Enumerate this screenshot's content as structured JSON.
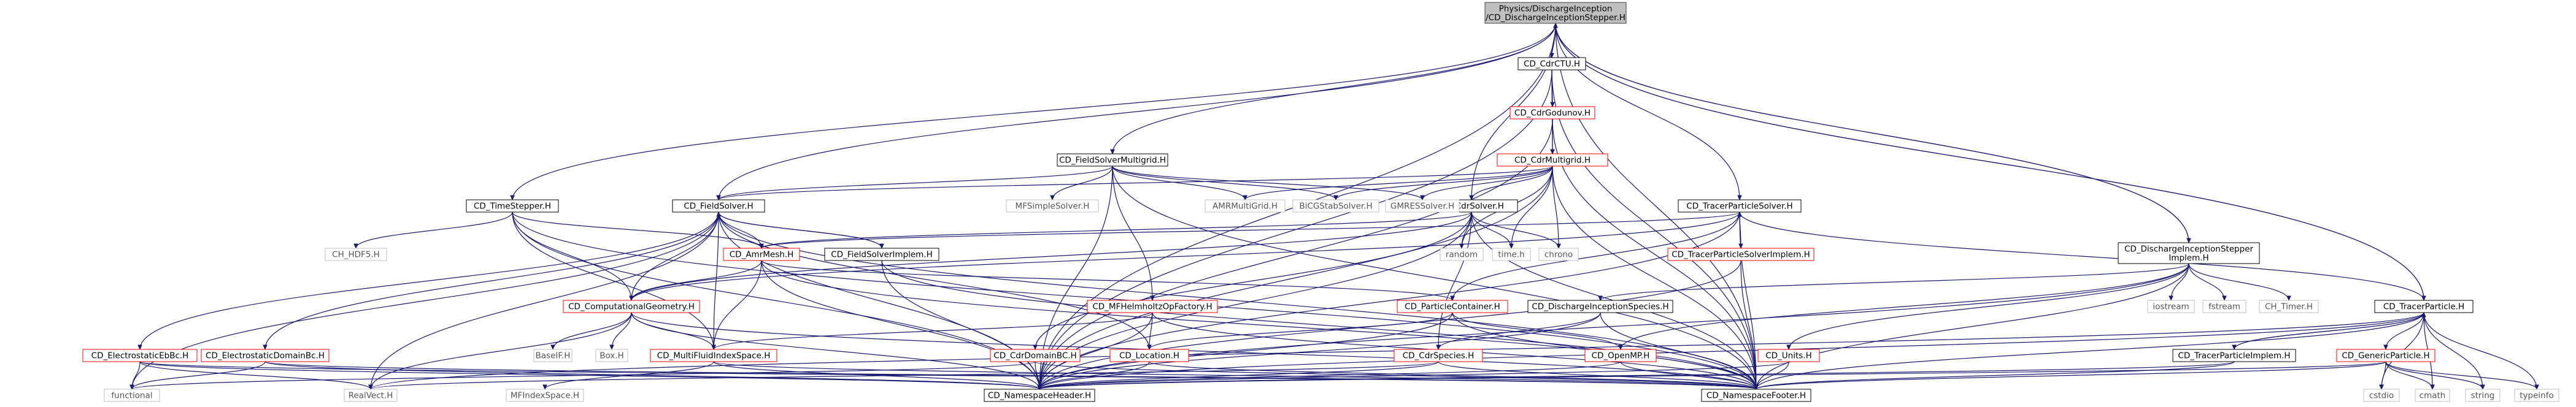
{
  "colors": {
    "edge": "#191970",
    "node_border_default": "#000000",
    "node_border_red": "#ff0000",
    "node_border_gray": "#bfbfbf",
    "node_text_gray": "#555555",
    "node_fill_root": "#bfbfbf",
    "node_fill_default": "#ffffff"
  },
  "nodes": [
    {
      "id": "root",
      "lines": [
        "Physics/DischargeInception",
        "/CD_DischargeInceptionStepper.H"
      ],
      "style": "root"
    },
    {
      "id": "cdrctu",
      "lines": [
        "CD_CdrCTU.H"
      ],
      "style": "default"
    },
    {
      "id": "godunov",
      "lines": [
        "CD_CdrGodunov.H"
      ],
      "style": "red"
    },
    {
      "id": "cdrmg",
      "lines": [
        "CD_CdrMultigrid.H"
      ],
      "style": "red"
    },
    {
      "id": "fsmg",
      "lines": [
        "CD_FieldSolverMultigrid.H"
      ],
      "style": "default"
    },
    {
      "id": "timestepper",
      "lines": [
        "CD_TimeStepper.H"
      ],
      "style": "default"
    },
    {
      "id": "fieldsolver",
      "lines": [
        "CD_FieldSolver.H"
      ],
      "style": "default"
    },
    {
      "id": "cdrsolver",
      "lines": [
        "CD_CdrSolver.H"
      ],
      "style": "default"
    },
    {
      "id": "tracerps",
      "lines": [
        "CD_TracerParticleSolver.H"
      ],
      "style": "default"
    },
    {
      "id": "tracerpsimpl",
      "lines": [
        "CD_TracerParticleSolverImplem.H"
      ],
      "style": "red"
    },
    {
      "id": "dischstepimpl",
      "lines": [
        "CD_DischargeInceptionStepper",
        "Implem.H"
      ],
      "style": "default"
    },
    {
      "id": "mfsimple",
      "lines": [
        "MFSimpleSolver.H"
      ],
      "style": "gray"
    },
    {
      "id": "amrmg",
      "lines": [
        "AMRMultiGrid.H"
      ],
      "style": "gray"
    },
    {
      "id": "bicg",
      "lines": [
        "BiCGStabSolver.H"
      ],
      "style": "gray"
    },
    {
      "id": "gmres",
      "lines": [
        "GMRESSolver.H"
      ],
      "style": "gray"
    },
    {
      "id": "chhdf5",
      "lines": [
        "CH_HDF5.H"
      ],
      "style": "gray"
    },
    {
      "id": "amrmesh",
      "lines": [
        "CD_AmrMesh.H"
      ],
      "style": "red"
    },
    {
      "id": "fsimpl",
      "lines": [
        "CD_FieldSolverImplem.H"
      ],
      "style": "default"
    },
    {
      "id": "random",
      "lines": [
        "random"
      ],
      "style": "gray"
    },
    {
      "id": "timeh",
      "lines": [
        "time.h"
      ],
      "style": "gray"
    },
    {
      "id": "chrono",
      "lines": [
        "chrono"
      ],
      "style": "gray"
    },
    {
      "id": "compgeom",
      "lines": [
        "CD_ComputationalGeometry.H"
      ],
      "style": "red"
    },
    {
      "id": "mfhelm",
      "lines": [
        "CD_MFHelmholtzOpFactory.H"
      ],
      "style": "red"
    },
    {
      "id": "partcont",
      "lines": [
        "CD_ParticleContainer.H"
      ],
      "style": "red"
    },
    {
      "id": "dischspecies",
      "lines": [
        "CD_DischargeInceptionSpecies.H"
      ],
      "style": "default"
    },
    {
      "id": "iostream",
      "lines": [
        "iostream"
      ],
      "style": "gray"
    },
    {
      "id": "fstream",
      "lines": [
        "fstream"
      ],
      "style": "gray"
    },
    {
      "id": "chtimer",
      "lines": [
        "CH_Timer.H"
      ],
      "style": "gray"
    },
    {
      "id": "tracerparticle",
      "lines": [
        "CD_TracerParticle.H"
      ],
      "style": "default"
    },
    {
      "id": "baseif",
      "lines": [
        "BaseIF.H"
      ],
      "style": "gray"
    },
    {
      "id": "boxh",
      "lines": [
        "Box.H"
      ],
      "style": "gray"
    },
    {
      "id": "elecebbc",
      "lines": [
        "CD_ElectrostaticEbBc.H"
      ],
      "style": "red"
    },
    {
      "id": "elecdomainbc",
      "lines": [
        "CD_ElectrostaticDomainBc.H"
      ],
      "style": "red"
    },
    {
      "id": "mfidxspace",
      "lines": [
        "CD_MultiFluidIndexSpace.H"
      ],
      "style": "red"
    },
    {
      "id": "cdrdomainbc",
      "lines": [
        "CD_CdrDomainBC.H"
      ],
      "style": "red"
    },
    {
      "id": "location",
      "lines": [
        "CD_Location.H"
      ],
      "style": "red"
    },
    {
      "id": "cdrspecies",
      "lines": [
        "CD_CdrSpecies.H"
      ],
      "style": "red"
    },
    {
      "id": "openmp",
      "lines": [
        "CD_OpenMP.H"
      ],
      "style": "red"
    },
    {
      "id": "units",
      "lines": [
        "CD_Units.H"
      ],
      "style": "red"
    },
    {
      "id": "tracerpimpl",
      "lines": [
        "CD_TracerParticleImplem.H"
      ],
      "style": "default"
    },
    {
      "id": "genericparticle",
      "lines": [
        "CD_GenericParticle.H"
      ],
      "style": "red"
    },
    {
      "id": "functional",
      "lines": [
        "functional"
      ],
      "style": "gray"
    },
    {
      "id": "realvect",
      "lines": [
        "RealVect.H"
      ],
      "style": "gray"
    },
    {
      "id": "mfindexspace",
      "lines": [
        "MFIndexSpace.H"
      ],
      "style": "gray"
    },
    {
      "id": "nsheader",
      "lines": [
        "CD_NamespaceHeader.H"
      ],
      "style": "default"
    },
    {
      "id": "nsfooter",
      "lines": [
        "CD_NamespaceFooter.H"
      ],
      "style": "default"
    },
    {
      "id": "cstdio",
      "lines": [
        "cstdio"
      ],
      "style": "gray"
    },
    {
      "id": "cmath",
      "lines": [
        "cmath"
      ],
      "style": "gray"
    },
    {
      "id": "string",
      "lines": [
        "string"
      ],
      "style": "gray"
    },
    {
      "id": "typeinfo",
      "lines": [
        "typeinfo"
      ],
      "style": "gray"
    }
  ],
  "edges": [
    [
      "root",
      "cdrctu"
    ],
    [
      "root",
      "fsmg"
    ],
    [
      "root",
      "timestepper"
    ],
    [
      "root",
      "cdrsolver"
    ],
    [
      "root",
      "tracerps"
    ],
    [
      "root",
      "dischstepimpl"
    ],
    [
      "root",
      "tracerparticle"
    ],
    [
      "root",
      "nsheader"
    ],
    [
      "root",
      "nsfooter"
    ],
    [
      "root",
      "fieldsolver"
    ],
    [
      "dischstepimpl",
      "root"
    ],
    [
      "tracerparticle",
      "root"
    ],
    [
      "cdrctu",
      "godunov"
    ],
    [
      "cdrctu",
      "cdrmg"
    ],
    [
      "cdrctu",
      "nsheader"
    ],
    [
      "cdrctu",
      "nsfooter"
    ],
    [
      "godunov",
      "cdrmg"
    ],
    [
      "godunov",
      "nsheader"
    ],
    [
      "godunov",
      "nsfooter"
    ],
    [
      "cdrmg",
      "cdrsolver"
    ],
    [
      "cdrmg",
      "bicg"
    ],
    [
      "cdrmg",
      "gmres"
    ],
    [
      "cdrmg",
      "amrmg"
    ],
    [
      "cdrmg",
      "random"
    ],
    [
      "cdrmg",
      "timeh"
    ],
    [
      "cdrmg",
      "chrono"
    ],
    [
      "cdrmg",
      "nsheader"
    ],
    [
      "cdrmg",
      "nsfooter"
    ],
    [
      "cdrmg",
      "fieldsolver"
    ],
    [
      "fsmg",
      "fieldsolver"
    ],
    [
      "fsmg",
      "mfsimple"
    ],
    [
      "fsmg",
      "amrmg"
    ],
    [
      "fsmg",
      "bicg"
    ],
    [
      "fsmg",
      "gmres"
    ],
    [
      "fsmg",
      "mfhelm"
    ],
    [
      "fsmg",
      "nsheader"
    ],
    [
      "fsmg",
      "nsfooter"
    ],
    [
      "timestepper",
      "chhdf5"
    ],
    [
      "timestepper",
      "amrmesh"
    ],
    [
      "timestepper",
      "compgeom"
    ],
    [
      "timestepper",
      "mfidxspace"
    ],
    [
      "timestepper",
      "nsheader"
    ],
    [
      "timestepper",
      "nsfooter"
    ],
    [
      "fieldsolver",
      "amrmesh"
    ],
    [
      "fieldsolver",
      "fsimpl"
    ],
    [
      "fieldsolver",
      "compgeom"
    ],
    [
      "fieldsolver",
      "elecebbc"
    ],
    [
      "fieldsolver",
      "elecdomainbc"
    ],
    [
      "fieldsolver",
      "mfidxspace"
    ],
    [
      "fieldsolver",
      "location"
    ],
    [
      "fieldsolver",
      "realvect"
    ],
    [
      "fieldsolver",
      "functional"
    ],
    [
      "fieldsolver",
      "nsheader"
    ],
    [
      "fieldsolver",
      "nsfooter"
    ],
    [
      "fsimpl",
      "fieldsolver"
    ],
    [
      "fsimpl",
      "nsheader"
    ],
    [
      "fsimpl",
      "nsfooter"
    ],
    [
      "cdrsolver",
      "amrmesh"
    ],
    [
      "cdrsolver",
      "compgeom"
    ],
    [
      "cdrsolver",
      "cdrdomainbc"
    ],
    [
      "cdrsolver",
      "cdrspecies"
    ],
    [
      "cdrsolver",
      "random"
    ],
    [
      "cdrsolver",
      "timeh"
    ],
    [
      "cdrsolver",
      "chrono"
    ],
    [
      "cdrsolver",
      "nsheader"
    ],
    [
      "cdrsolver",
      "nsfooter"
    ],
    [
      "tracerps",
      "tracerpsimpl"
    ],
    [
      "tracerps",
      "amrmesh"
    ],
    [
      "tracerps",
      "compgeom"
    ],
    [
      "tracerps",
      "partcont"
    ],
    [
      "tracerps",
      "tracerparticle"
    ],
    [
      "tracerps",
      "nsheader"
    ],
    [
      "tracerps",
      "nsfooter"
    ],
    [
      "tracerpsimpl",
      "tracerps"
    ],
    [
      "tracerpsimpl",
      "nsheader"
    ],
    [
      "tracerpsimpl",
      "nsfooter"
    ],
    [
      "dischstepimpl",
      "dischspecies"
    ],
    [
      "dischstepimpl",
      "iostream"
    ],
    [
      "dischstepimpl",
      "fstream"
    ],
    [
      "dischstepimpl",
      "chtimer"
    ],
    [
      "dischstepimpl",
      "units"
    ],
    [
      "dischstepimpl",
      "openmp"
    ],
    [
      "dischstepimpl",
      "nsheader"
    ],
    [
      "dischstepimpl",
      "nsfooter"
    ],
    [
      "amrmesh",
      "compgeom"
    ],
    [
      "amrmesh",
      "mfidxspace"
    ],
    [
      "amrmesh",
      "partcont"
    ],
    [
      "amrmesh",
      "nsheader"
    ],
    [
      "amrmesh",
      "nsfooter"
    ],
    [
      "compgeom",
      "baseif"
    ],
    [
      "compgeom",
      "boxh"
    ],
    [
      "compgeom",
      "mfidxspace"
    ],
    [
      "compgeom",
      "realvect"
    ],
    [
      "compgeom",
      "nsheader"
    ],
    [
      "compgeom",
      "nsfooter"
    ],
    [
      "mfhelm",
      "location"
    ],
    [
      "mfhelm",
      "nsheader"
    ],
    [
      "mfhelm",
      "nsfooter"
    ],
    [
      "mfhelm",
      "mfidxspace"
    ],
    [
      "partcont",
      "location"
    ],
    [
      "partcont",
      "openmp"
    ],
    [
      "partcont",
      "nsheader"
    ],
    [
      "partcont",
      "nsfooter"
    ],
    [
      "dischspecies",
      "cdrspecies"
    ],
    [
      "dischspecies",
      "nsheader"
    ],
    [
      "dischspecies",
      "nsfooter"
    ],
    [
      "tracerparticle",
      "tracerpimpl"
    ],
    [
      "tracerparticle",
      "genericparticle"
    ],
    [
      "tracerparticle",
      "cstdio"
    ],
    [
      "tracerparticle",
      "cmath"
    ],
    [
      "tracerparticle",
      "string"
    ],
    [
      "tracerparticle",
      "typeinfo"
    ],
    [
      "tracerparticle",
      "nsheader"
    ],
    [
      "tracerparticle",
      "nsfooter"
    ],
    [
      "tracerparticle",
      "realvect"
    ],
    [
      "tracerpimpl",
      "tracerparticle"
    ],
    [
      "tracerpimpl",
      "nsheader"
    ],
    [
      "tracerpimpl",
      "nsfooter"
    ],
    [
      "genericparticle",
      "cstdio"
    ],
    [
      "genericparticle",
      "cmath"
    ],
    [
      "genericparticle",
      "string"
    ],
    [
      "genericparticle",
      "typeinfo"
    ],
    [
      "genericparticle",
      "nsheader"
    ],
    [
      "genericparticle",
      "nsfooter"
    ],
    [
      "elecebbc",
      "functional"
    ],
    [
      "elecebbc",
      "realvect"
    ],
    [
      "elecebbc",
      "nsheader"
    ],
    [
      "elecebbc",
      "nsfooter"
    ],
    [
      "elecdomainbc",
      "functional"
    ],
    [
      "elecdomainbc",
      "nsheader"
    ],
    [
      "elecdomainbc",
      "nsfooter"
    ],
    [
      "mfidxspace",
      "mfindexspace"
    ],
    [
      "mfidxspace",
      "nsheader"
    ],
    [
      "mfidxspace",
      "nsfooter"
    ],
    [
      "cdrdomainbc",
      "functional"
    ],
    [
      "cdrdomainbc",
      "nsheader"
    ],
    [
      "cdrdomainbc",
      "nsfooter"
    ],
    [
      "location",
      "nsheader"
    ],
    [
      "location",
      "nsfooter"
    ],
    [
      "cdrspecies",
      "realvect"
    ],
    [
      "cdrspecies",
      "nsheader"
    ],
    [
      "cdrspecies",
      "nsfooter"
    ],
    [
      "openmp",
      "nsheader"
    ],
    [
      "openmp",
      "nsfooter"
    ],
    [
      "units",
      "nsheader"
    ],
    [
      "units",
      "nsfooter"
    ]
  ]
}
